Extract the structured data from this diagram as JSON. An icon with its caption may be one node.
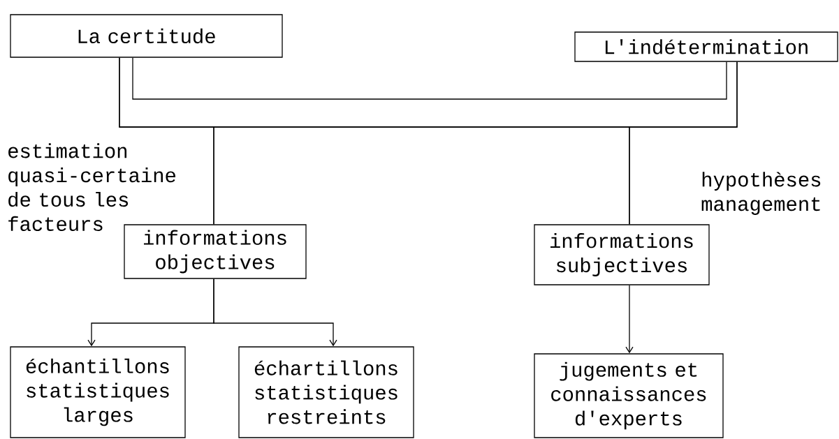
{
  "diagram": {
    "nodes": [
      {
        "text": [
          "La certitude"
        ]
      },
      {
        "text": [
          "L'indétermination"
        ]
      },
      {
        "text": [
          "informations objectives"
        ]
      },
      {
        "text": [
          "informations subjectives"
        ]
      },
      {
        "text": [
          "échantillons statistiques larges"
        ]
      },
      {
        "text": [
          "échartillons statistiques restreints"
        ]
      },
      {
        "text": [
          "jugements et connaissances d'experts"
        ]
      }
    ],
    "edges": [
      {
        "from": 0,
        "to": 1,
        "arrow": "none"
      },
      {
        "from": 0,
        "to": 2,
        "arrow": "none"
      },
      {
        "from": 1,
        "to": 2,
        "arrow": "none"
      },
      {
        "from": 0,
        "to": 3,
        "arrow": "none"
      },
      {
        "from": 1,
        "to": 3,
        "arrow": "none"
      },
      {
        "from": 2,
        "to": 4,
        "arrow": "to"
      },
      {
        "from": 2,
        "to": 5,
        "arrow": "to"
      },
      {
        "from": 3,
        "to": 6,
        "arrow": "to"
      }
    ],
    "labels": [
      "estimation quasi-certaine de tous les facteurs",
      "hypothèses management"
    ]
  }
}
